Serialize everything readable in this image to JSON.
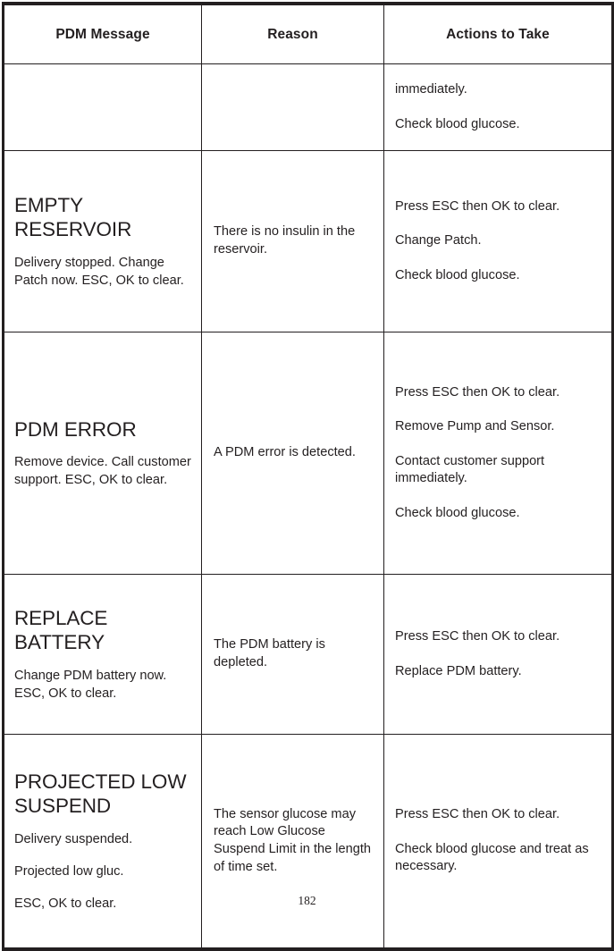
{
  "document": {
    "page_number": "182",
    "ink_color": "#231f20",
    "background_color": "#ffffff"
  },
  "table": {
    "headers": {
      "col1": "PDM Message",
      "col2": "Reason",
      "col3": "Actions to Take"
    },
    "rows": [
      {
        "id": "continuation-row",
        "message_title": "",
        "message_sub": [],
        "reason": "",
        "actions": [
          "immediately.",
          "Check blood glucose."
        ]
      },
      {
        "id": "empty-reservoir",
        "message_title": "EMPTY RESERVOIR",
        "message_sub": [
          "Delivery stopped. Change Patch now. ESC, OK to clear."
        ],
        "reason": "There is no insulin in the reservoir.",
        "actions": [
          "Press ESC then OK to clear.",
          "Change Patch.",
          "Check blood glucose."
        ]
      },
      {
        "id": "pdm-error",
        "message_title": "PDM ERROR",
        "message_sub": [
          "Remove device. Call customer support. ESC, OK to clear."
        ],
        "reason": "A PDM error is detected.",
        "actions": [
          "Press ESC then OK to clear.",
          "Remove Pump and Sensor.",
          "Contact customer support immediately.",
          "Check blood glucose."
        ]
      },
      {
        "id": "replace-battery",
        "message_title": "REPLACE BATTERY",
        "message_sub": [
          "Change PDM battery now. ESC, OK to clear."
        ],
        "reason": "The PDM battery is depleted.",
        "actions": [
          "Press ESC then OK to clear.",
          "Replace PDM battery."
        ]
      },
      {
        "id": "projected-low-suspend",
        "message_title": "PROJECTED LOW SUSPEND",
        "message_sub": [
          "Delivery suspended.",
          "Projected low gluc.",
          "ESC, OK to clear."
        ],
        "reason": "The sensor glucose may reach Low Glucose Suspend Limit in the length of time set.",
        "actions": [
          "Press ESC then OK to clear.",
          "Check blood glucose and treat as necessary."
        ]
      }
    ]
  }
}
